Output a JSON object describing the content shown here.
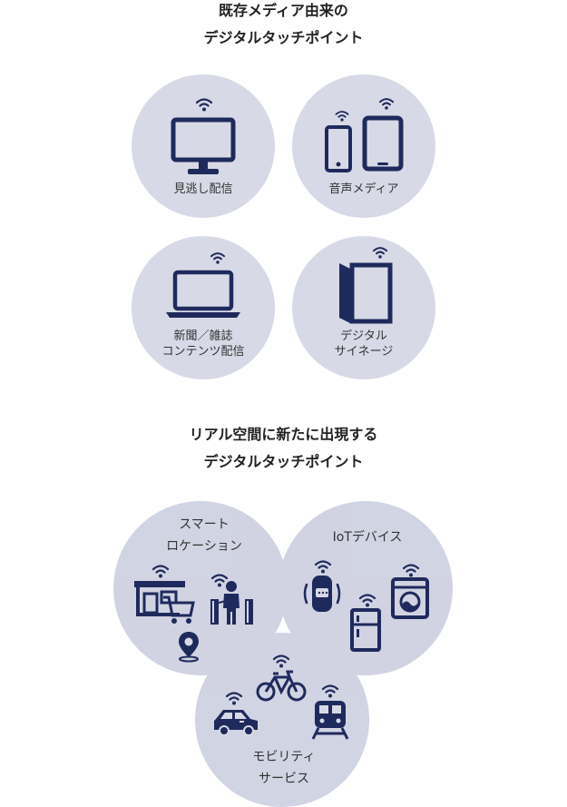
{
  "section_existing": {
    "heading_line1": "既存メディア由来の",
    "heading_line2": "デジタルタッチポイント",
    "items": [
      {
        "label_line1": "見逃し配信",
        "label_line2": "",
        "icon": "monitor-icon"
      },
      {
        "label_line1": "音声メディア",
        "label_line2": "",
        "icon": "phone-tablet-icon"
      },
      {
        "label_line1": "新聞／雑誌",
        "label_line2": "コンテンツ配信",
        "icon": "laptop-icon"
      },
      {
        "label_line1": "デジタル",
        "label_line2": "サイネージ",
        "icon": "signage-icon"
      }
    ]
  },
  "section_real": {
    "heading_line1": "リアル空間に新たに出現する",
    "heading_line2": "デジタルタッチポイント",
    "venn": [
      {
        "label_line1": "スマート",
        "label_line2": "ロケーション",
        "icons": [
          "store-icon",
          "cart-icon",
          "person-gate-icon",
          "location-pin-icon"
        ]
      },
      {
        "label_line1": "IoTデバイス",
        "label_line2": "",
        "icons": [
          "smart-speaker-icon",
          "fridge-icon",
          "washing-machine-icon"
        ]
      },
      {
        "label_line1": "モビリティ",
        "label_line2": "サービス",
        "icons": [
          "car-icon",
          "bicycle-icon",
          "train-icon"
        ]
      }
    ]
  },
  "colors": {
    "circle_fill": "#d7d9e6",
    "venn_fill": "#c9ccde",
    "icon_navy": "#1f2a5c"
  }
}
